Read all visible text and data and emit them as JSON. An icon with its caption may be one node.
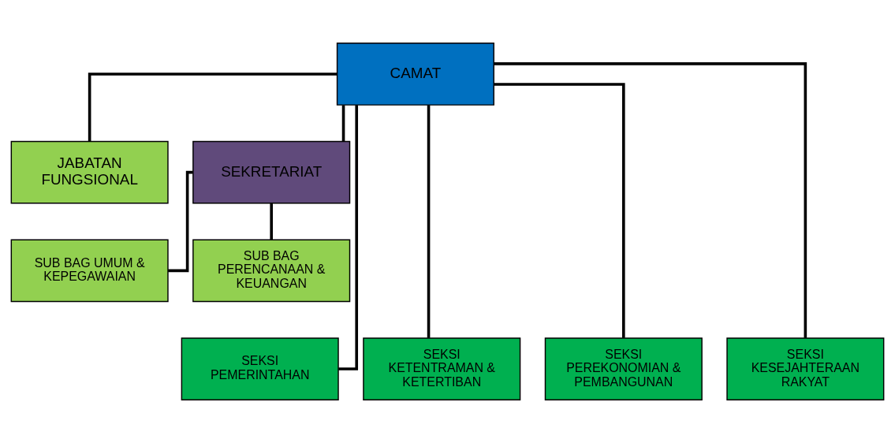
{
  "diagram": {
    "nodes": [
      {
        "text": [
          "CAMAT"
        ]
      },
      {
        "text": [
          "JABATAN FUNGSIONAL"
        ]
      },
      {
        "text": [
          "SEKRETARIAT"
        ]
      },
      {
        "text": [
          "SUB BAG UMUM & KEPEGAWAIAN"
        ]
      },
      {
        "text": [
          "SUB BAG PERENCANAAN & KEUANGAN"
        ]
      },
      {
        "text": [
          "SEKSI PEMERINTAHAN"
        ]
      },
      {
        "text": [
          "SEKSI KETENTRAMAN & KETERTIBAN"
        ]
      },
      {
        "text": [
          "SEKSI PEREKONOMIAN & PEMBANGUNAN"
        ]
      },
      {
        "text": [
          "SEKSI KESEJAHTERAAN RAKYAT"
        ]
      }
    ],
    "edges": [
      {
        "from": 0,
        "to": 1,
        "arrow": "none"
      },
      {
        "from": 0,
        "to": 2,
        "arrow": "none"
      },
      {
        "from": 2,
        "to": 3,
        "arrow": "none"
      },
      {
        "from": 2,
        "to": 4,
        "arrow": "none"
      },
      {
        "from": 0,
        "to": 5,
        "arrow": "none"
      },
      {
        "from": 0,
        "to": 6,
        "arrow": "none"
      },
      {
        "from": 0,
        "to": 7,
        "arrow": "none"
      },
      {
        "from": 0,
        "to": 8,
        "arrow": "none"
      }
    ]
  }
}
